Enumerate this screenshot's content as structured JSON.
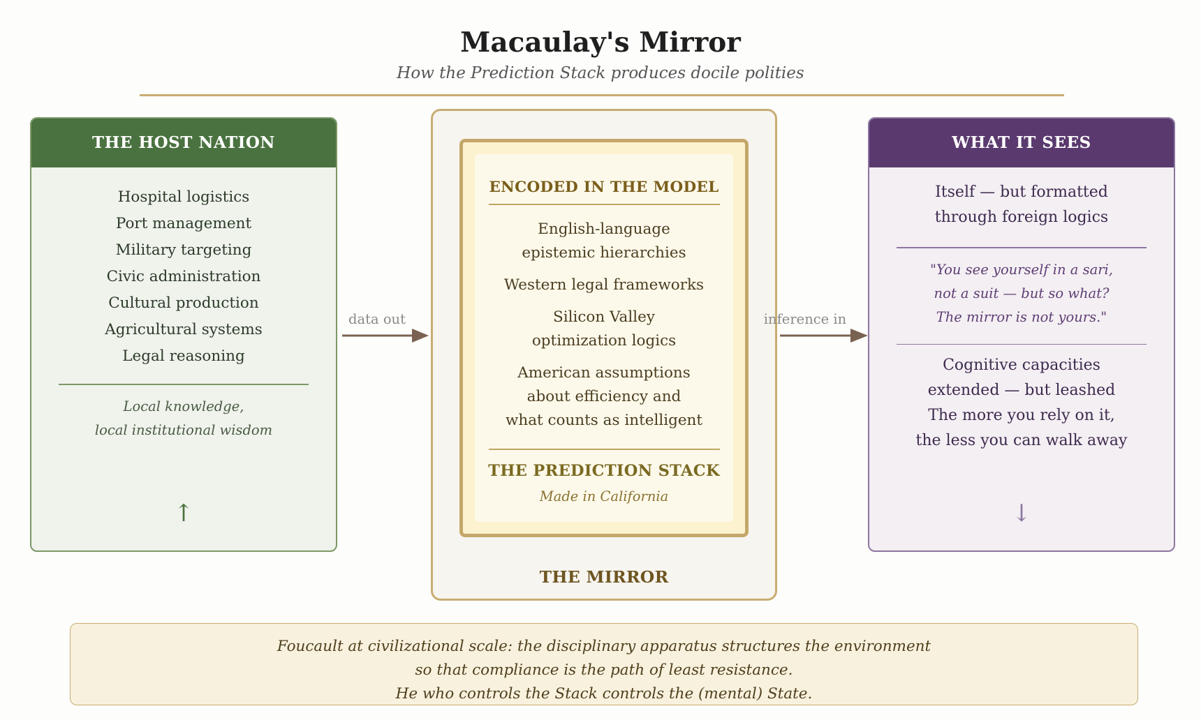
{
  "title": "Macaulay's Mirror",
  "subtitle": "How the Prediction Stack produces docile polities",
  "host_nation": {
    "heading": "THE HOST NATION",
    "items": [
      "Hospital logistics",
      "Port management",
      "Military targeting",
      "Civic administration",
      "Cultural production",
      "Agricultural systems",
      "Legal reasoning"
    ],
    "note_line1": "Local knowledge,",
    "note_line2": "local institutional wisdom",
    "arrow": "↑"
  },
  "flows": {
    "out_label": "data out",
    "in_label": "inference in"
  },
  "mirror": {
    "encoded_heading": "ENCODED IN THE MODEL",
    "items": [
      {
        "line1": "English-language",
        "line2": "epistemic hierarchies"
      },
      {
        "line1": "Western legal frameworks"
      },
      {
        "line1": "Silicon Valley",
        "line2": "optimization logics"
      },
      {
        "line1": "American assumptions",
        "line2": "about efficiency and",
        "line3": "what counts as intelligent"
      }
    ],
    "stack_title": "THE PREDICTION STACK",
    "stack_subtitle": "Made in California",
    "label": "THE MIRROR"
  },
  "what_it_sees": {
    "heading": "WHAT IT SEES",
    "top_line1": "Itself — but formatted",
    "top_line2": "through foreign logics",
    "quote_line1": "\"You see yourself in a sari,",
    "quote_line2": "not a suit — but so what?",
    "quote_line3": "The mirror is not yours.\"",
    "bottom_line1": "Cognitive capacities",
    "bottom_line2": "extended — but leashed",
    "bottom_line3": "The more you rely on it,",
    "bottom_line4": "the less you can walk away",
    "arrow": "↓"
  },
  "footnote": {
    "line1": "Foucault at civilizational scale: the disciplinary apparatus structures the environment",
    "line2": "so that compliance is the path of least resistance.",
    "line3": "He who controls the Stack controls the (mental) State."
  },
  "colors": {
    "host_green": "#4a7240",
    "sees_purple": "#5a3a6e",
    "mirror_gold": "#c8ad72",
    "arrow_brown": "#7a6252"
  }
}
